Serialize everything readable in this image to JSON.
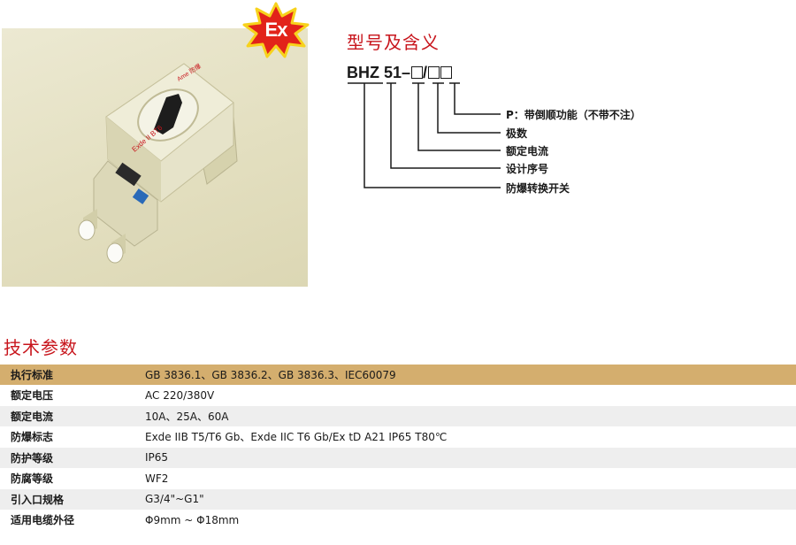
{
  "badge": {
    "text": "Ex",
    "color": "#e2231a",
    "glow": "#f7d21c"
  },
  "product_photo": {
    "nameplate_text": "Exde II BT6",
    "brand_text": "Ame 防爆",
    "icon": "explosion-proof-switch-photo"
  },
  "model": {
    "title": "型号及含义",
    "code_prefix": "BHZ 51–",
    "code_separator": "/",
    "meanings": [
      "P：带倒顺功能（不带不注）",
      "极数",
      "额定电流",
      "设计序号",
      "防爆转换开关"
    ]
  },
  "specs": {
    "title": "技术参数",
    "accent_color": "#c8161d",
    "header_color": "#d4ae6e",
    "rows": [
      {
        "label": "执行标准",
        "value": "GB 3836.1、GB 3836.2、GB 3836.3、IEC60079"
      },
      {
        "label": "额定电压",
        "value": "AC 220/380V"
      },
      {
        "label": "额定电流",
        "value": "10A、25A、60A"
      },
      {
        "label": "防爆标志",
        "value": "Exde IIB T5/T6 Gb、Exde IIC T6 Gb/Ex tD A21 IP65 T80℃"
      },
      {
        "label": "防护等级",
        "value": "IP65"
      },
      {
        "label": "防腐等级",
        "value": "WF2"
      },
      {
        "label": "引入口规格",
        "value": "G3/4\"~G1\""
      },
      {
        "label": "适用电缆外径",
        "value": "Φ9mm ~ Φ18mm"
      }
    ]
  }
}
